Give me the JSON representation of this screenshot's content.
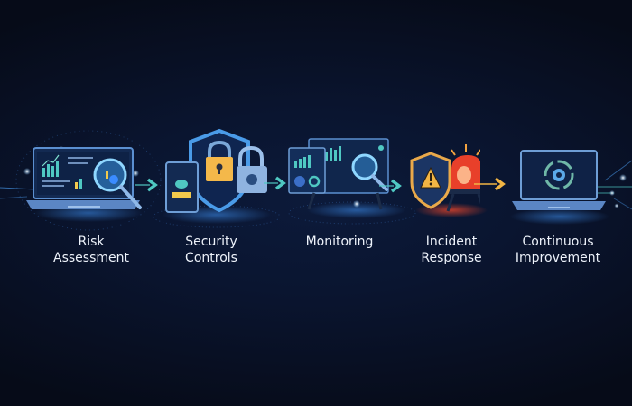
{
  "diagram": {
    "type": "process-flow",
    "direction": "left-to-right",
    "colors": {
      "background": "#0a1530",
      "label_text": "#eef3fb",
      "arrow_teal": "#4fc8c2",
      "arrow_orange": "#f2b544",
      "accent_blue": "#4a9be8",
      "lock_gold": "#f4b84a",
      "alarm_red": "#e8402a"
    },
    "stages": [
      {
        "id": "risk-assessment",
        "lines": [
          "Risk",
          "Assessment"
        ],
        "icon": "laptop-magnifier-icon"
      },
      {
        "id": "security-controls",
        "lines": [
          "Security",
          "Controls"
        ],
        "icon": "shield-lock-icon"
      },
      {
        "id": "monitoring",
        "lines": [
          "Monitoring"
        ],
        "icon": "dashboard-magnifier-icon"
      },
      {
        "id": "incident-response",
        "lines": [
          "Incident",
          "Response"
        ],
        "icon": "shield-alarm-icon"
      },
      {
        "id": "continuous-improvement",
        "lines": [
          "Continuous",
          "Improvement"
        ],
        "icon": "laptop-gear-cycle-icon"
      }
    ],
    "connectors": [
      {
        "from": "risk-assessment",
        "to": "security-controls",
        "color": "teal"
      },
      {
        "from": "security-controls",
        "to": "monitoring",
        "color": "teal"
      },
      {
        "from": "monitoring",
        "to": "incident-response",
        "color": "teal"
      },
      {
        "from": "incident-response",
        "to": "continuous-improvement",
        "color": "orange"
      }
    ]
  }
}
